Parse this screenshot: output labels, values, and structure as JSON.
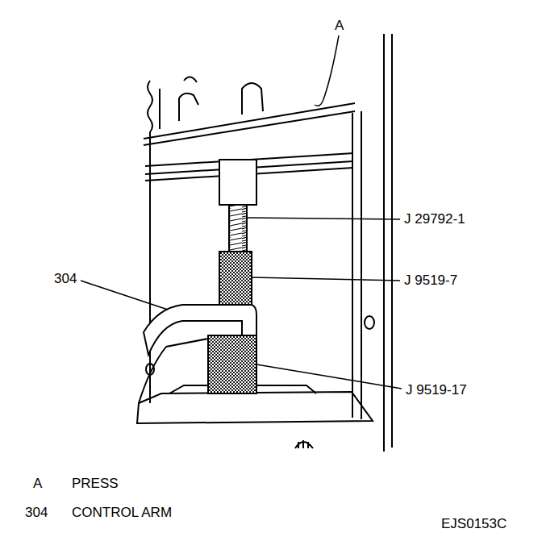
{
  "diagram": {
    "labels": [
      "A",
      "J 29792-1",
      "J 9519-7",
      "304",
      "J 9519-17",
      "A",
      "PRESS",
      "304",
      "CONTROL ARM",
      "EJS0153C"
    ]
  }
}
